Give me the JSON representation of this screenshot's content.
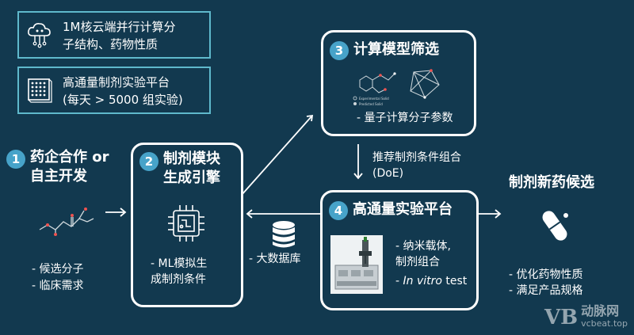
{
  "info_cloud": {
    "text": "1M核云端并行计算分\n子结构、药物性质",
    "icon": "cloud-circuit-icon"
  },
  "info_platform": {
    "text": "高通量制剂实验平台\n(每天 > 5000 组实验)",
    "icon": "microplate-icon"
  },
  "step1": {
    "number": "1",
    "title": "药企合作 or\n自主开发",
    "bullets": [
      "- 候选分子",
      "- 临床需求"
    ],
    "icon": "molecule-structure-icon"
  },
  "step2": {
    "number": "2",
    "title": "制剂模块\n生成引擎",
    "bullets": [
      "- ML模拟生\n  成制剂条件"
    ],
    "icon": "chip-icon"
  },
  "step3": {
    "number": "3",
    "title": "计算模型筛选",
    "bullets": [
      "- 量子计算分子参数"
    ],
    "legend": [
      "Experimental Solid",
      "Predicted Solid"
    ],
    "icon": "molecule-3d-icon"
  },
  "step4": {
    "number": "4",
    "title": "高通量实验平台",
    "bullets": [
      "- 纳米载体,\n  制剂组合"
    ],
    "invitro_italic": "In vitro",
    "invitro_rest": " test",
    "icon": "robot-lab-icon"
  },
  "doe_label": "推荐制剂条件组合\n(DoE)",
  "database": {
    "label": "- 大数据库",
    "icon": "database-icon"
  },
  "result": {
    "title": "制剂新药候选",
    "bullets": [
      "- 优化药物性质",
      "- 满足产品规格"
    ],
    "icon": "capsule-icon"
  },
  "watermark": {
    "logo": "VB",
    "name": "动脉网",
    "url": "vcbeat.top"
  },
  "colors": {
    "background": "#12394f",
    "accent": "#47a3c9",
    "border": "#5fb9cc",
    "node_border": "#ffffff"
  }
}
